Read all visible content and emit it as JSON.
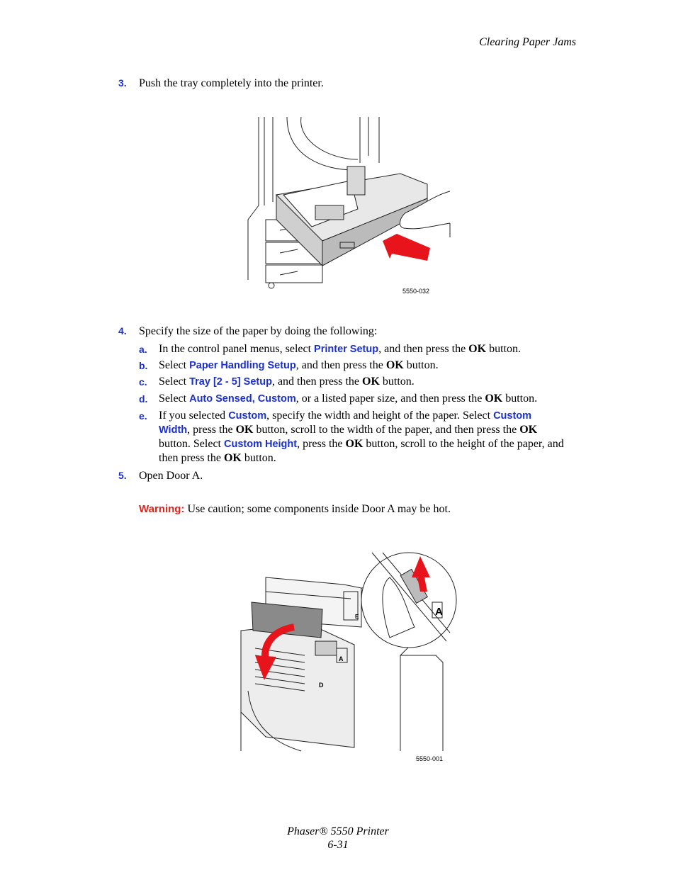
{
  "header": {
    "title": "Clearing Paper Jams"
  },
  "step3": {
    "number": "3.",
    "text": "Push the tray completely into the printer."
  },
  "figure1": {
    "caption": "5550-032"
  },
  "step4": {
    "number": "4.",
    "text": "Specify the size of the paper by doing the following:",
    "a": {
      "letter": "a.",
      "t1": "In the control panel menus, select ",
      "ui1": "Printer Setup",
      "t2": ", and then press the ",
      "ok": "OK",
      "t3": " button."
    },
    "b": {
      "letter": "b.",
      "t1": "Select ",
      "ui1": "Paper Handling Setup",
      "t2": ", and then press the ",
      "ok": "OK",
      "t3": " button."
    },
    "c": {
      "letter": "c.",
      "t1": "Select ",
      "ui1": "Tray [2 - 5] Setup",
      "t2": ", and then press the ",
      "ok": "OK",
      "t3": " button."
    },
    "d": {
      "letter": "d.",
      "t1": "Select ",
      "ui1": "Auto Sensed, Custom",
      "t2": ", or a listed paper size, and then press the ",
      "ok": "OK",
      "t3": " button."
    },
    "e": {
      "letter": "e.",
      "t1": "If you selected ",
      "ui1": "Custom",
      "t2": ", specify the width and height of the paper. Select ",
      "ui2": "Custom Width",
      "t3": ", press the ",
      "ok1": "OK",
      "t4": " button, scroll to the width of the paper, and then press the ",
      "ok2": "OK",
      "t5": " button. Select ",
      "ui3": "Custom Height",
      "t6": ", press the ",
      "ok3": "OK",
      "t7": " button, scroll to the height of the paper, and then press the ",
      "ok4": "OK",
      "t8": " button."
    }
  },
  "step5": {
    "number": "5.",
    "text": "Open Door A."
  },
  "warning": {
    "label": "Warning:",
    "text": " Use caution; some components inside Door A may be hot."
  },
  "figure2": {
    "caption": "5550-001",
    "door_letter": "A",
    "door_letter2": "D",
    "door_letter3": "E"
  },
  "footer": {
    "line1": "Phaser® 5550 Printer",
    "line2": "6-31"
  },
  "colors": {
    "accent": "#1a2fd0",
    "warning": "#e0231b",
    "arrow": "#e8141c"
  }
}
